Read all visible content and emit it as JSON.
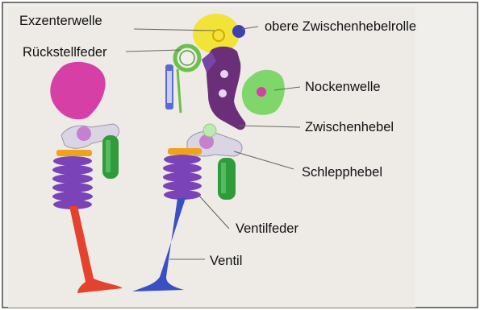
{
  "labels": {
    "exzenterwelle": "Exzenterwelle",
    "obere_zwischenhebelrolle": "obere Zwischenhebelrolle",
    "rueckstellfeder": "Rückstellfeder",
    "nockenwelle": "Nockenwelle",
    "zwischenhebel": "Zwischenhebel",
    "schlepphebel": "Schlepphebel",
    "ventilfeder": "Ventilfeder",
    "ventil": "Ventil"
  },
  "colors": {
    "background": "#f1efec",
    "cam": "#d63fa6",
    "eccentric_shaft": "#f2e338",
    "intermediate_roller": "#3e3fb5",
    "return_spring": "#6bbf4a",
    "camshaft_green": "#7fd66a",
    "intermediate_lever": "#6b2f7a",
    "rocker_arm": "#c9c4d6",
    "valve_spring": "#7a44b8",
    "spring_retainer": "#f0a21a",
    "valve_left": "#e4422c",
    "valve_right": "#3a4fc4",
    "hydraulic_element": "#2f9b3a",
    "leader_line": "#666666"
  }
}
